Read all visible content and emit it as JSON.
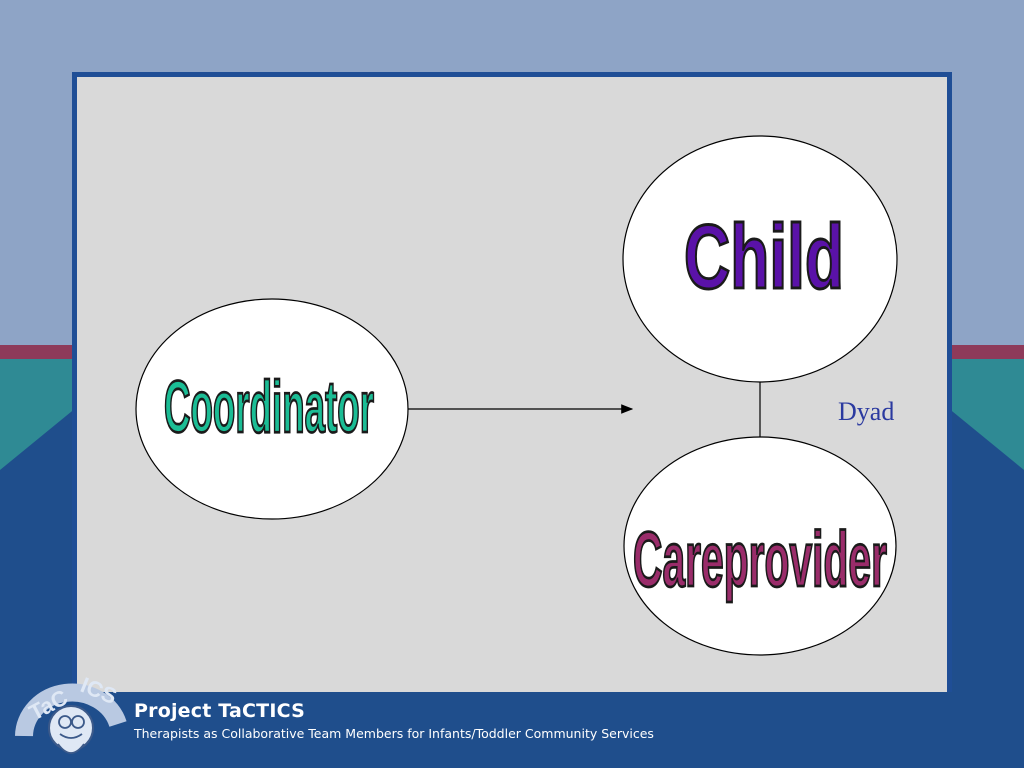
{
  "diagram": {
    "nodes": {
      "coordinator": {
        "label": "Coordinator",
        "color": "#1bbd95"
      },
      "child": {
        "label": "Child",
        "color": "#5a12a8"
      },
      "careprovider": {
        "label": "Careprovider",
        "color": "#9a2c6a"
      }
    },
    "dyad_label": "Dyad"
  },
  "footer": {
    "title": "Project TaCTICS",
    "subtitle": "Therapists as Collaborative Team Members for Infants/Toddler Community Services",
    "logo_text": "TaCTICS"
  },
  "colors": {
    "sky": "#8ea4c6",
    "band_red": "#8e3a5a",
    "band_teal": "#2f8a94",
    "band_navy": "#1f4e8c",
    "panel": "#d9d9d9",
    "panel_border": "#1f4e96"
  }
}
